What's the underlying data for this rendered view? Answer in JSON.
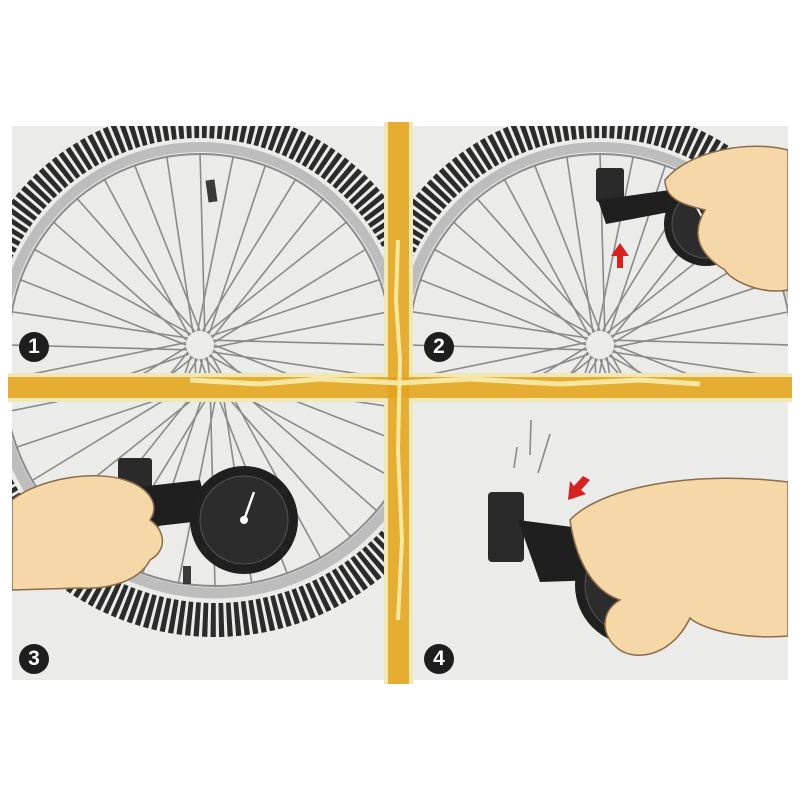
{
  "steps": [
    {
      "number": "1"
    },
    {
      "number": "2"
    },
    {
      "number": "3"
    },
    {
      "number": "4"
    }
  ],
  "colors": {
    "background": "#ffffff",
    "panel": "#ebebea",
    "divider_yellow": "#f0e7b4",
    "divider_orange": "#e4a21c",
    "tire": "#2b2b2b",
    "rim": "#bdbdbd",
    "gauge": "#202020",
    "skin": "#f5d7a8",
    "arrow_red": "#d82121"
  },
  "icons": [
    "tire-icon",
    "spokes-icon",
    "valve-icon",
    "pressure-gauge-icon",
    "hand-icon",
    "red-arrow-icon",
    "motion-lines-icon"
  ]
}
